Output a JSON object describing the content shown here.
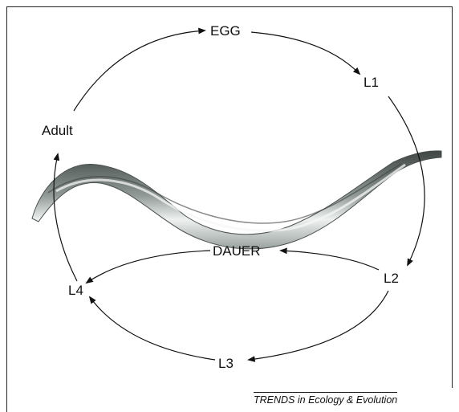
{
  "stages": {
    "egg": "EGG",
    "l1": "L1",
    "l2": "L2",
    "dauer": "DAUER",
    "l3": "L3",
    "l4": "L4",
    "adult": "Adult"
  },
  "credit": "TRENDS in Ecology & Evolution",
  "colors": {
    "arrow": "#111111",
    "worm_dark": "#5b6260",
    "worm_light": "#e4e8e6"
  }
}
